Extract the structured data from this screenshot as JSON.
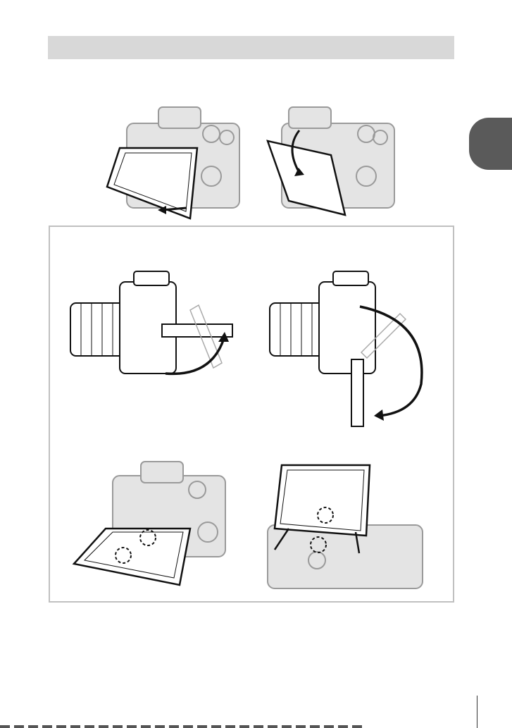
{
  "page": {
    "header_title": "",
    "chapter_marker": "",
    "page_number": ""
  },
  "illustrations": [
    {
      "name": "monitor-tilt-down-illustration"
    },
    {
      "name": "monitor-flip-down-illustration"
    },
    {
      "name": "side-view-tilt-up-illustration"
    },
    {
      "name": "side-view-tilt-down-illustration"
    },
    {
      "name": "monitor-hinge-front-view-illustration"
    },
    {
      "name": "monitor-hinge-rear-view-illustration"
    }
  ],
  "colors": {
    "header_bar": "#d8d8d8",
    "chapter_tab": "#5a5a5a",
    "frame_border": "#c0c0c0",
    "camera_gray": "#9a9a9a",
    "line_dark": "#111111"
  }
}
